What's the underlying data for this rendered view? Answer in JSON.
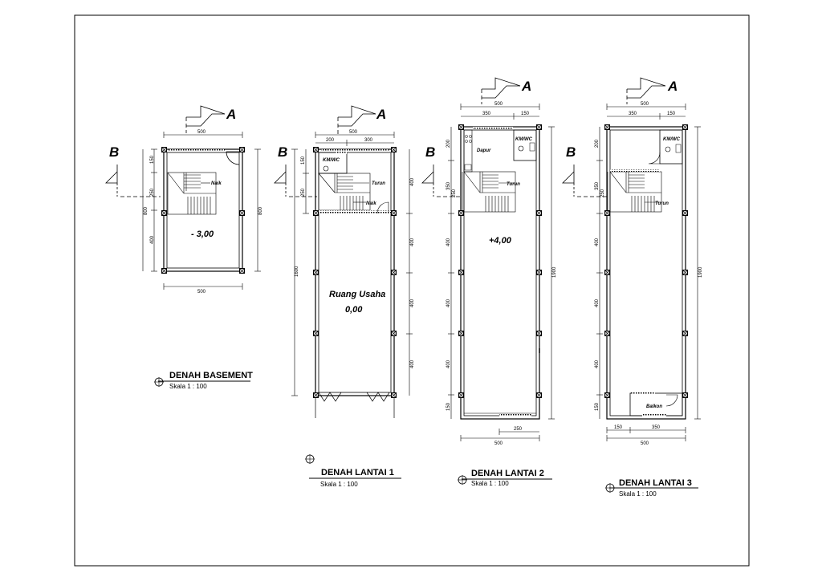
{
  "section_markers": {
    "a": "A",
    "b": "B"
  },
  "basement": {
    "title": "DENAH BASEMENT",
    "scale": "Skala 1 : 100",
    "level": "- 3,00",
    "naik": "Naik",
    "dims": {
      "top": "500",
      "bottom": "500",
      "right": "800",
      "left_total": "800",
      "left_a": "150",
      "left_b": "250",
      "left_c": "400"
    }
  },
  "lantai1": {
    "title": "DENAH LANTAI 1",
    "scale": "Skala 1 : 100",
    "room": "Ruang Usaha",
    "level": "0,00",
    "kmwc": "KM/WC",
    "turun": "Turun",
    "naik": "Naik",
    "dims": {
      "top": "500",
      "top_a": "200",
      "top_b": "300",
      "left_total": "1600",
      "left_a": "150",
      "left_b": "250",
      "right_a": "400",
      "right_b": "400",
      "right_c": "400",
      "right_d": "400"
    }
  },
  "lantai2": {
    "title": "DENAH LANTAI 2",
    "scale": "Skala 1 : 100",
    "dapur": "Dapur",
    "kmwc": "KM/WC",
    "turun": "Turun",
    "level": "+4,00",
    "dims": {
      "top": "500",
      "top_a": "350",
      "top_b": "150",
      "right_total": "1900",
      "bottom": "500",
      "bottom_a": "250",
      "left_a": "200",
      "left_b": "350",
      "left_c": "250",
      "left_d": "400",
      "left_e": "400",
      "left_f": "400",
      "left_g": "150"
    }
  },
  "lantai3": {
    "title": "DENAH LANTAI 3",
    "scale": "Skala 1 : 100",
    "kmwc": "KM/WC",
    "turun": "Turun",
    "balkon": "Balkon",
    "dims": {
      "top": "500",
      "top_a": "350",
      "top_b": "150",
      "right_total": "1900",
      "bottom": "500",
      "bottom_a": "150",
      "bottom_b": "350",
      "left_a": "200",
      "left_b": "350",
      "left_c": "250",
      "left_d": "400",
      "left_e": "400",
      "left_f": "400",
      "left_g": "150"
    }
  }
}
